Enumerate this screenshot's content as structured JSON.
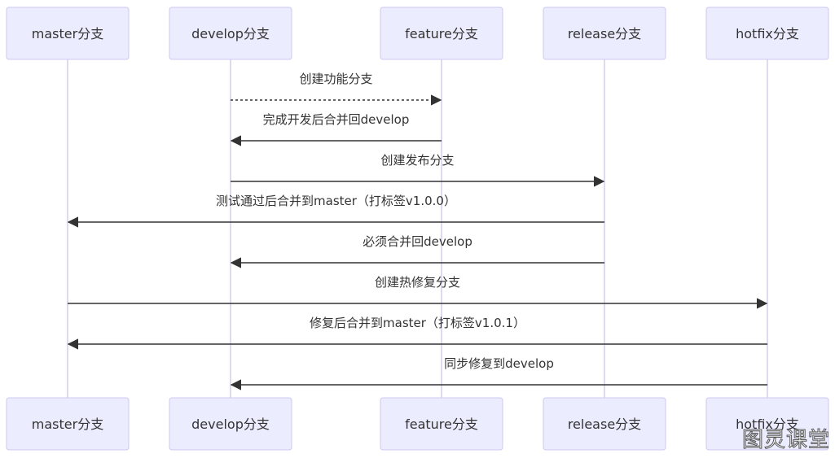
{
  "actors": [
    {
      "id": "master",
      "label": "master分支"
    },
    {
      "id": "develop",
      "label": "develop分支"
    },
    {
      "id": "feature",
      "label": "feature分支"
    },
    {
      "id": "release",
      "label": "release分支"
    },
    {
      "id": "hotfix",
      "label": "hotfix分支"
    }
  ],
  "messages": [
    {
      "from": "develop",
      "to": "feature",
      "label": "创建功能分支",
      "style": "dotted"
    },
    {
      "from": "feature",
      "to": "develop",
      "label": "完成开发后合并回develop",
      "style": "solid"
    },
    {
      "from": "develop",
      "to": "release",
      "label": "创建发布分支",
      "style": "solid"
    },
    {
      "from": "release",
      "to": "master",
      "label": "测试通过后合并到master（打标签v1.0.0）",
      "style": "solid"
    },
    {
      "from": "release",
      "to": "develop",
      "label": "必须合并回develop",
      "style": "solid"
    },
    {
      "from": "master",
      "to": "hotfix",
      "label": "创建热修复分支",
      "style": "solid"
    },
    {
      "from": "hotfix",
      "to": "master",
      "label": "修复后合并到master（打标签v1.0.1）",
      "style": "solid"
    },
    {
      "from": "hotfix",
      "to": "develop",
      "label": "同步修复到develop",
      "style": "solid"
    }
  ],
  "watermark": "图灵课堂"
}
